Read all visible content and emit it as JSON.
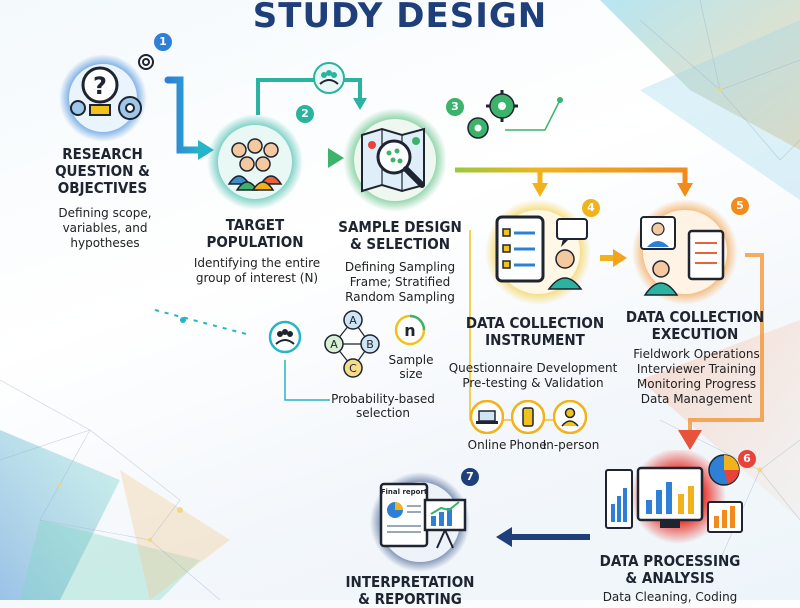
{
  "title": "STUDY DESIGN",
  "steps": [
    {
      "num": "1",
      "heading": [
        "RESEARCH",
        "QUESTION &",
        "OBJECTIVES"
      ],
      "description": [
        "Defining scope,",
        "variables, and",
        "hypotheses"
      ],
      "color": "#2e7fd6"
    },
    {
      "num": "2",
      "heading": [
        "TARGET",
        "POPULATION"
      ],
      "description": [
        "Identifying the entire",
        "group of interest (N)"
      ],
      "color": "#2ab3a0"
    },
    {
      "num": "3",
      "heading": [
        "SAMPLE DESIGN",
        "& SELECTION"
      ],
      "description": [
        "Defining Sampling",
        "Frame; Stratified",
        "Random Sampling"
      ],
      "color": "#3bb36a"
    },
    {
      "num": "4",
      "heading": [
        "DATA COLLECTION",
        "INSTRUMENT"
      ],
      "description": [
        "Questionnaire Development",
        "Pre-testing & Validation"
      ],
      "color": "#f2b21c"
    },
    {
      "num": "5",
      "heading": [
        "DATA COLLECTION",
        "EXECUTION"
      ],
      "description": [
        "Fieldwork Operations",
        "Interviewer Training",
        "Monitoring Progress",
        "Data Management"
      ],
      "color": "#f28a1c"
    },
    {
      "num": "6",
      "heading": [
        "DATA PROCESSING",
        "& ANALYSIS"
      ],
      "description": [
        "Data Cleaning, Coding"
      ],
      "color": "#e8423a"
    },
    {
      "num": "7",
      "heading": [
        "INTERPRETATION",
        "& REPORTING"
      ],
      "description": [],
      "color": "#1f3f7a"
    }
  ],
  "sampling": {
    "nodes": [
      "A",
      "A",
      "B",
      "C"
    ],
    "n_symbol": "n",
    "sample_size_label": [
      "Sample",
      "size"
    ],
    "probability_label": [
      "Probability-based",
      "selection"
    ]
  },
  "modes": [
    "Online",
    "Phone",
    "In-person"
  ],
  "report_label": "Final report"
}
